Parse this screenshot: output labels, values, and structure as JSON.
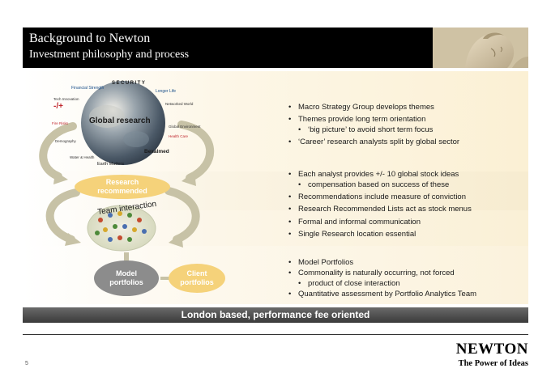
{
  "header": {
    "title": "Background to Newton",
    "subtitle": "Investment philosophy and process"
  },
  "diagram": {
    "globe_label": "Global research",
    "globe_words": [
      "Financial Strength",
      "SECURITY",
      "Longer Life",
      "Tech Innovation",
      "-/+",
      "Networked World",
      "Fire Risks",
      "Health Care",
      "Demography",
      "Global Environment",
      "Water & Health",
      "Bexalmed",
      "Earth Matters"
    ],
    "research_label": "Research recommended",
    "team_label": "Team interaction",
    "model_label": "Model portfolios",
    "client_label": "Client portfolios"
  },
  "sections": [
    {
      "items": [
        {
          "text": "Macro Strategy Group develops themes",
          "level": 1
        },
        {
          "text": "Themes provide long term orientation",
          "level": 1
        },
        {
          "text": "‘big picture’ to avoid short term focus",
          "level": 2
        },
        {
          "text": "‘Career’ research analysts split by global sector",
          "level": 1
        }
      ]
    },
    {
      "items": [
        {
          "text": "Each analyst provides +/- 10 global stock ideas",
          "level": 1
        },
        {
          "text": "compensation based on success of these",
          "level": 2
        },
        {
          "text": "Recommendations include measure of conviction",
          "level": 1
        },
        {
          "text": "Research Recommended Lists act as stock menus",
          "level": 1
        }
      ]
    },
    {
      "items": [
        {
          "text": "Formal and informal communication",
          "level": 1
        },
        {
          "text": "Single Research location essential",
          "level": 1
        }
      ]
    },
    {
      "items": [
        {
          "text": "Model Portfolios",
          "level": 1
        },
        {
          "text": "Commonality is naturally occurring, not forced",
          "level": 1
        },
        {
          "text": "product of close interaction",
          "level": 2
        },
        {
          "text": "Quantitative assessment by Portfolio Analytics Team",
          "level": 1
        }
      ]
    }
  ],
  "footer": {
    "banner": "London based, performance fee oriented",
    "page_number": "5",
    "logo_wordmark": "NEWTON",
    "logo_tagline": "The Power of Ideas"
  },
  "colors": {
    "header_bg": "#000000",
    "accent_gold": "#f5d27a",
    "accent_grey": "#8c8c8c",
    "band_cream": "#fbf0d4"
  }
}
